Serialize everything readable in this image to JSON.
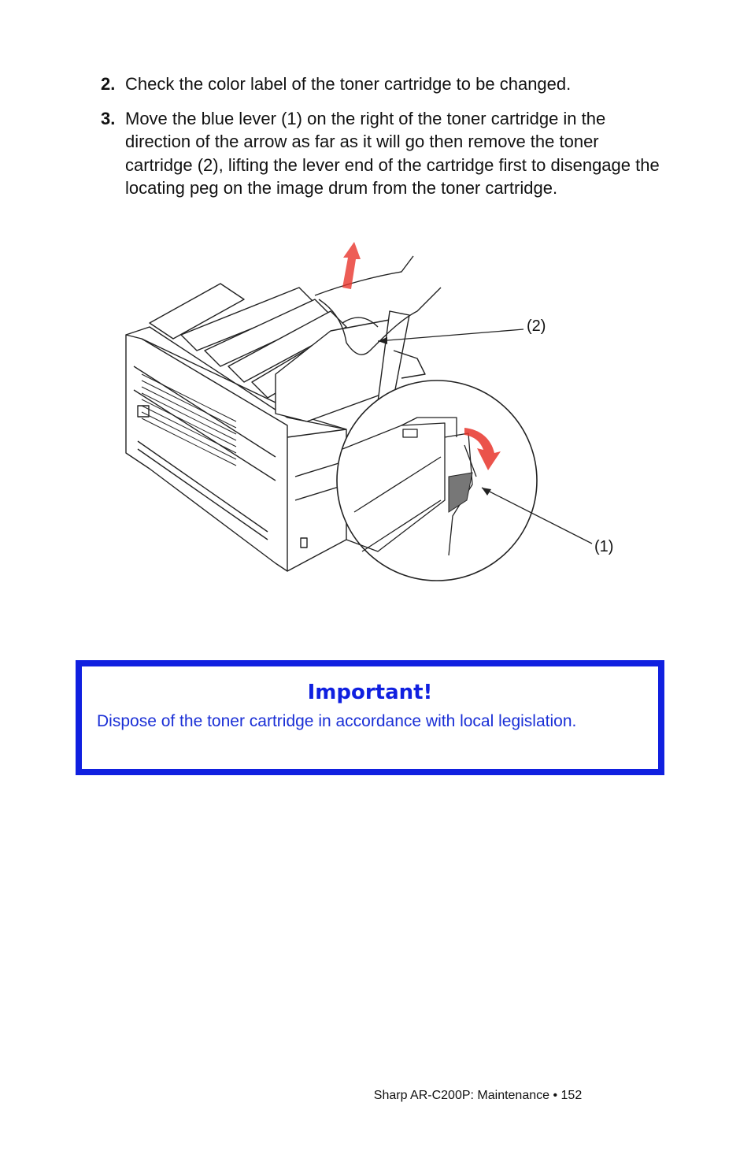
{
  "steps": [
    {
      "number": "2.",
      "text": "Check the color label of the toner cartridge to be changed."
    },
    {
      "number": "3.",
      "text": "Move the blue lever (1) on the right of the toner cartridge in the direction of the arrow as far as it will go then remove the toner cartridge (2), lifting the lever end of the cartridge first to disengage the locating peg on the image drum from the toner cartridge."
    }
  ],
  "figure": {
    "callout_2": "(2)",
    "callout_1": "(1)"
  },
  "important": {
    "title": "Important!",
    "body": "Dispose of the toner cartridge in accordance with local legislation."
  },
  "footer": {
    "text": "Sharp AR-C200P: Maintenance  •  152"
  },
  "colors": {
    "accent": "#1020e0",
    "arrow": "#e8352c"
  }
}
